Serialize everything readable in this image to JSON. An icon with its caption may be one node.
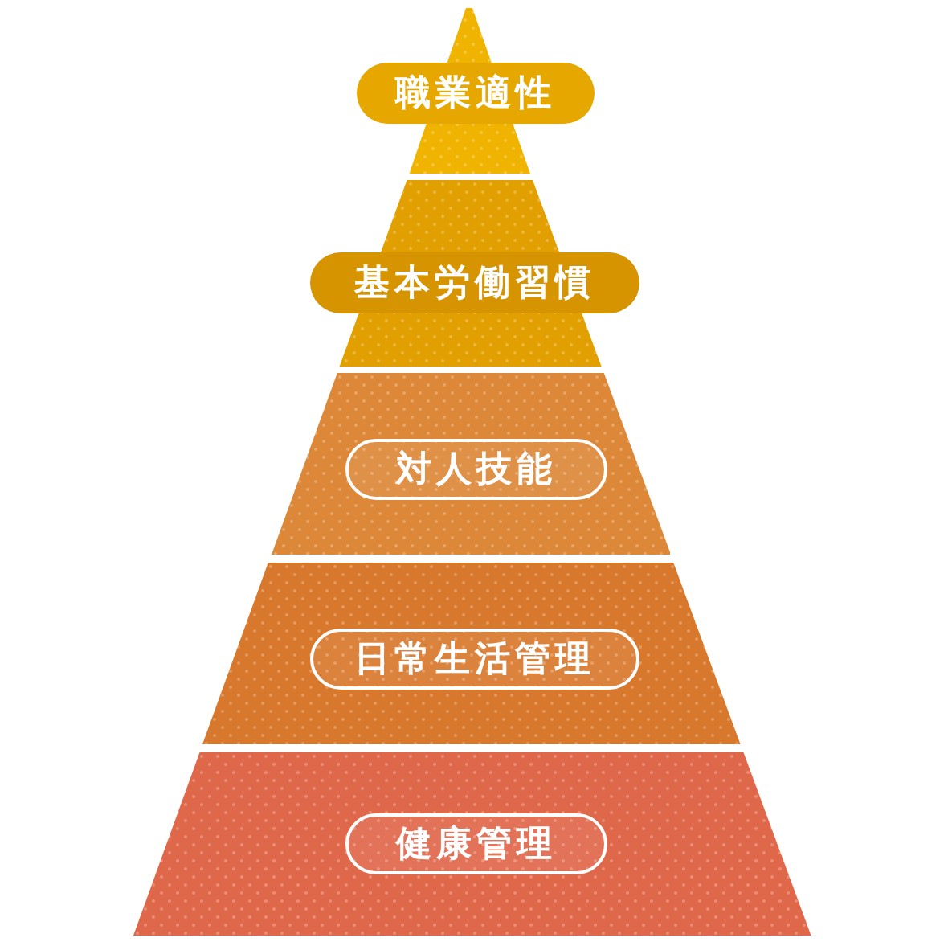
{
  "diagram": {
    "nodes": [
      {
        "text": [
          "職業適性"
        ]
      },
      {
        "text": [
          "基本労働習慣"
        ]
      },
      {
        "text": [
          "対人技能"
        ]
      },
      {
        "text": [
          "日常生活管理"
        ]
      },
      {
        "text": [
          "健康管理"
        ]
      }
    ]
  }
}
